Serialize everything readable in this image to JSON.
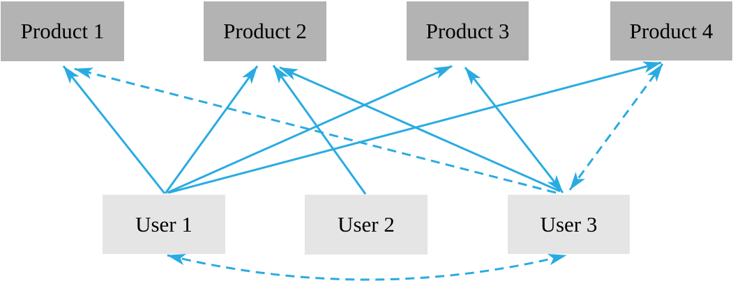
{
  "figure": {
    "background": "#ffffff",
    "arrow_color": "#29ABE2",
    "product_fill": "#b3b3b3",
    "user_fill": "#e5e5e5",
    "text_color": "#000000",
    "products": [
      {
        "id": "product-1",
        "label": "Product 1"
      },
      {
        "id": "product-2",
        "label": "Product 2"
      },
      {
        "id": "product-3",
        "label": "Product 3"
      },
      {
        "id": "product-4",
        "label": "Product 4"
      }
    ],
    "users": [
      {
        "id": "user-1",
        "label": "User 1"
      },
      {
        "id": "user-2",
        "label": "User 2"
      },
      {
        "id": "user-3",
        "label": "User 3"
      }
    ],
    "edges": [
      {
        "from": "user-1",
        "to": "product-1",
        "style": "solid",
        "heads": "to"
      },
      {
        "from": "user-1",
        "to": "product-2",
        "style": "solid",
        "heads": "to"
      },
      {
        "from": "user-1",
        "to": "product-3",
        "style": "solid",
        "heads": "to"
      },
      {
        "from": "user-1",
        "to": "product-4",
        "style": "solid",
        "heads": "to"
      },
      {
        "from": "user-2",
        "to": "product-2",
        "style": "solid",
        "heads": "to"
      },
      {
        "from": "user-3",
        "to": "product-2",
        "style": "solid",
        "heads": "to"
      },
      {
        "from": "user-3",
        "to": "product-3",
        "style": "solid",
        "heads": "both"
      },
      {
        "from": "user-3",
        "to": "product-1",
        "style": "dashed",
        "heads": "to"
      },
      {
        "from": "user-3",
        "to": "product-4",
        "style": "dashed",
        "heads": "both"
      },
      {
        "from": "user-1",
        "to": "user-3",
        "style": "dashed",
        "heads": "both",
        "curve": true
      }
    ]
  }
}
